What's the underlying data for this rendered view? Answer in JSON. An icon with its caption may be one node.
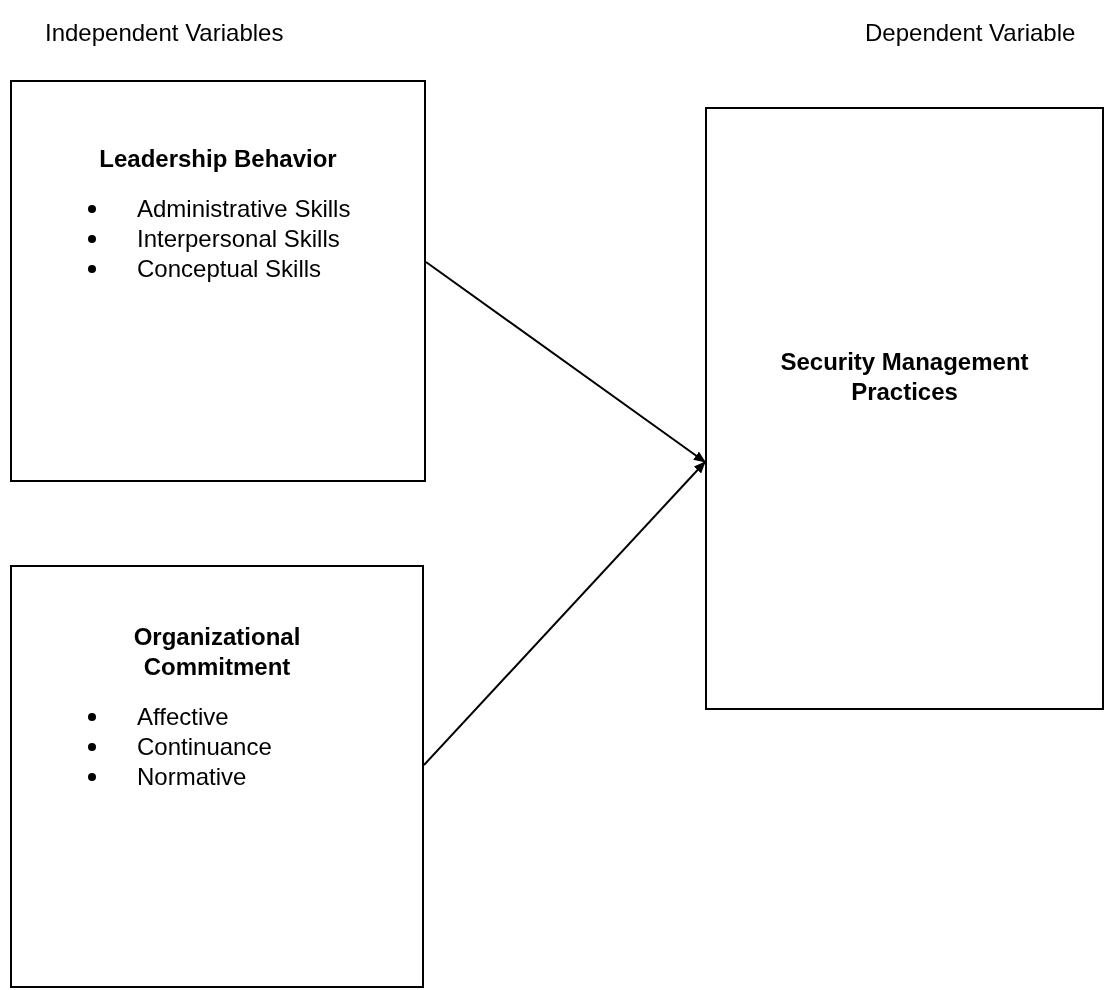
{
  "diagram": {
    "nodes": [
      {
        "text": [
          "Leadership Behavior",
          "Administrative Skills",
          "Interpersonal Skills",
          "Conceptual Skills"
        ]
      },
      {
        "text": [
          "Organizational Commitment",
          "Affective",
          "Continuance",
          "Normative"
        ]
      },
      {
        "text": [
          "Security Management Practices"
        ]
      }
    ],
    "edges": [
      {
        "from": 0,
        "to": 2,
        "arrow": "to"
      },
      {
        "from": 1,
        "to": 2,
        "arrow": "to"
      }
    ],
    "labels": [
      "Independent Variables",
      "Dependent Variable"
    ]
  }
}
